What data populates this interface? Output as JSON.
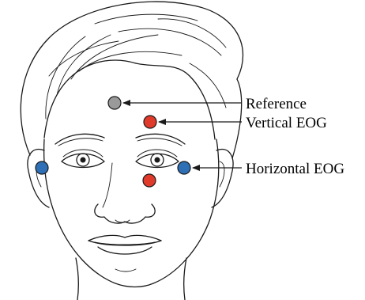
{
  "diagram": {
    "labels": {
      "reference": "Reference",
      "vertical": "Vertical EOG",
      "horizontal": "Horizontal EOG"
    },
    "colors": {
      "reference": "#9a9a9a",
      "vertical": "#e03a2a",
      "horizontal": "#2f6fb5",
      "ink": "#1a1a1a"
    },
    "electrodes": [
      {
        "name": "reference-electrode",
        "group": "reference"
      },
      {
        "name": "vertical-eog-electrode-upper",
        "group": "vertical"
      },
      {
        "name": "vertical-eog-electrode-lower",
        "group": "vertical"
      },
      {
        "name": "horizontal-eog-electrode-left",
        "group": "horizontal"
      },
      {
        "name": "horizontal-eog-electrode-right",
        "group": "horizontal"
      }
    ]
  }
}
